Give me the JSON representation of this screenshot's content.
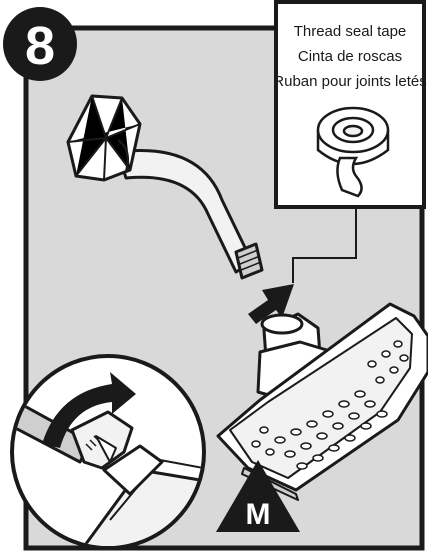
{
  "step": {
    "number": "8"
  },
  "callout": {
    "lines": [
      "Thread seal tape",
      "Cinta de roscas",
      "Ruban pour joints  letés"
    ]
  },
  "marker": {
    "label": "M"
  },
  "colors": {
    "panel": "#d9d9d9",
    "ink": "#1a1a1a",
    "white": "#ffffff",
    "metal_light": "#f2f2f2",
    "metal_mid": "#cfcfcf"
  }
}
